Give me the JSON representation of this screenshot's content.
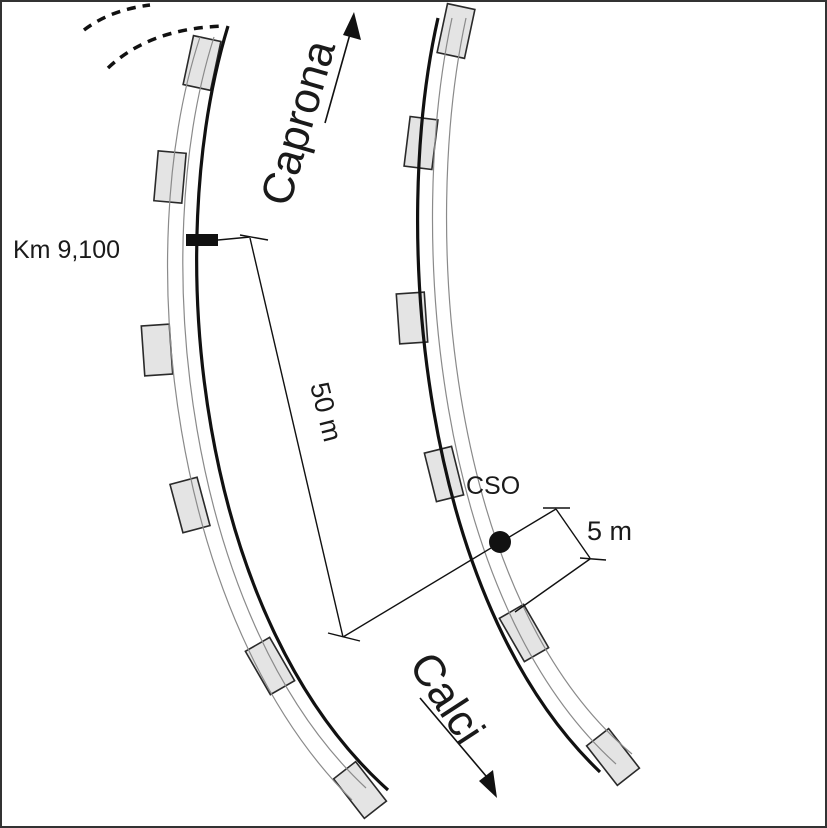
{
  "labels": {
    "caprona": "Caprona",
    "calci": "Calci",
    "km": "Km 9,100",
    "dist50": "50 m",
    "cso": "CSO",
    "dist5": "5 m"
  },
  "colors": {
    "ink": "#111111",
    "rail_inner": "#8a8a8a",
    "sleeper_fill": "#e4e4e4",
    "frame": "#333333"
  }
}
